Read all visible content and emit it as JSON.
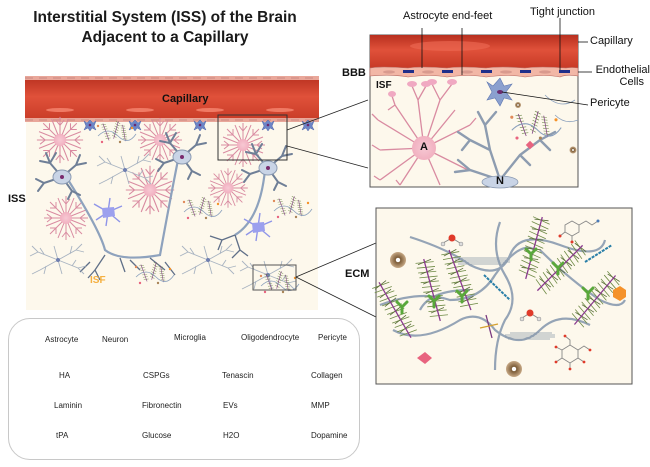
{
  "title": {
    "line1": "Interstitial System (ISS) of the Brain",
    "line2": "Adjacent to a Capillary"
  },
  "overview": {
    "capillary_label": "Capillary",
    "iss_label": "ISS",
    "isf_label": "ISF"
  },
  "bbb_inset": {
    "bbb_label": "BBB",
    "isf_label": "ISF",
    "astrocyte_marker": "A",
    "neuron_marker": "N",
    "callouts": {
      "astrocyte_end_feet": "Astrocyte end-feet",
      "tight_junction": "Tight junction",
      "capillary": "Capillary",
      "endothelial_line1": "Endothelial",
      "endothelial_line2": "Cells",
      "pericyte": "Pericyte"
    }
  },
  "ecm_inset": {
    "label": "ECM"
  },
  "colors": {
    "capillary_red": "#d9432e",
    "endothelium_pink": "#f2b7a6",
    "isf_background": "#fdf8ec",
    "isf_text": "#f5b041",
    "tight_junction_blue": "#1f2f8a",
    "astrocyte_pink": "#e8a3b7",
    "neuron_gray_blue": "#8c9db5",
    "oligodendrocyte_violet": "#8f95e8",
    "tenascin_green": "#5aa83b",
    "collagen_blue": "#2a7fa8",
    "mmp_pink": "#e8647f",
    "tpa_orange": "#f5922a",
    "ev_brown": "#a98458"
  },
  "legend": {
    "rows": [
      [
        {
          "icon": "astrocyte-icon",
          "label": "Astrocyte"
        },
        {
          "icon": "neuron-icon",
          "label": "Neuron"
        },
        {
          "icon": "microglia-icon",
          "label": "Microglia"
        },
        {
          "icon": "oligodendrocyte-icon",
          "label": "Oligodendrocyte"
        },
        {
          "icon": "pericyte-icon",
          "label": "Pericyte"
        }
      ],
      [
        {
          "icon": "ha-icon",
          "label": "HA"
        },
        {
          "icon": "cspgs-icon",
          "label": "CSPGs"
        },
        {
          "icon": "tenascin-icon",
          "label": "Tenascin"
        },
        {
          "icon": "collagen-icon",
          "label": "Collagen"
        }
      ],
      [
        {
          "icon": "laminin-icon",
          "label": "Laminin"
        },
        {
          "icon": "fibronectin-icon",
          "label": "Fibronectin"
        },
        {
          "icon": "evs-icon",
          "label": "EVs"
        },
        {
          "icon": "mmp-icon",
          "label": "MMP"
        }
      ],
      [
        {
          "icon": "tpa-icon",
          "label": "tPA"
        },
        {
          "icon": "glucose-icon",
          "label": "Glucose"
        },
        {
          "icon": "h2o-icon",
          "label": "H2O"
        },
        {
          "icon": "dopamine-icon",
          "label": "Dopamine"
        }
      ]
    ]
  }
}
